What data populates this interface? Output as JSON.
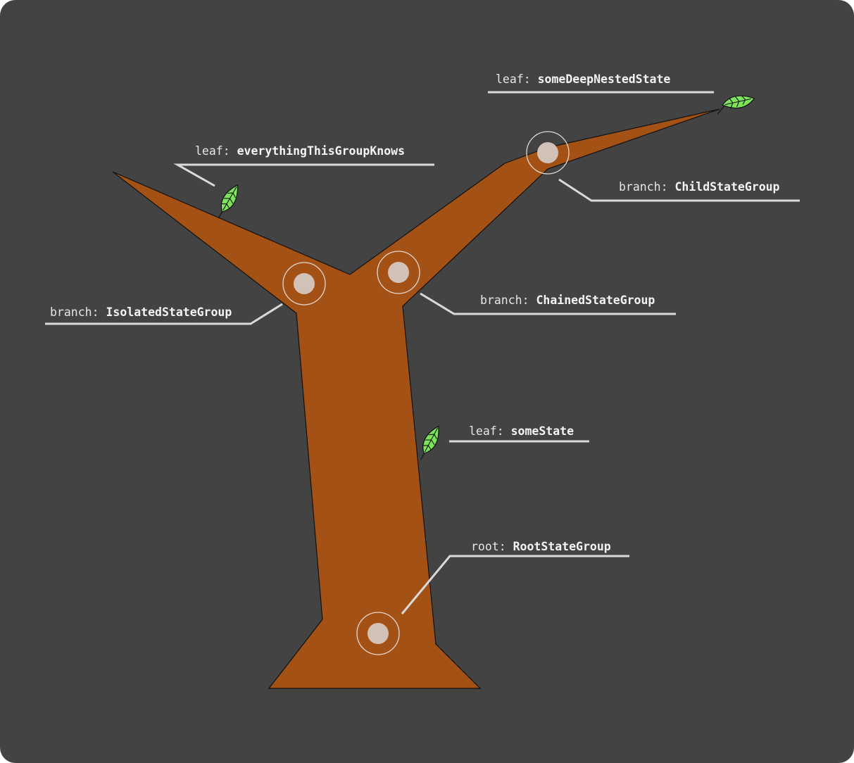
{
  "colors": {
    "background": "#434343",
    "trunk": "#a45115",
    "leaf": "#7de35a",
    "node": "#d2c1b7",
    "text": "#e6e6e6"
  },
  "icons": {
    "leaf": "leaf-icon",
    "node": "node-circle-icon"
  },
  "labels": {
    "deep_leaf": {
      "kind": "leaf:",
      "name": "someDeepNestedState"
    },
    "group_leaf": {
      "kind": "leaf:",
      "name": "everythingThisGroupKnows"
    },
    "child": {
      "kind": "branch:",
      "name": "ChildStateGroup"
    },
    "chained": {
      "kind": "branch:",
      "name": "ChainedStateGroup"
    },
    "isolated": {
      "kind": "branch:",
      "name": "IsolatedStateGroup"
    },
    "trunk_leaf": {
      "kind": "leaf:",
      "name": "someState"
    },
    "root": {
      "kind": "root:",
      "name": "RootStateGroup"
    }
  }
}
